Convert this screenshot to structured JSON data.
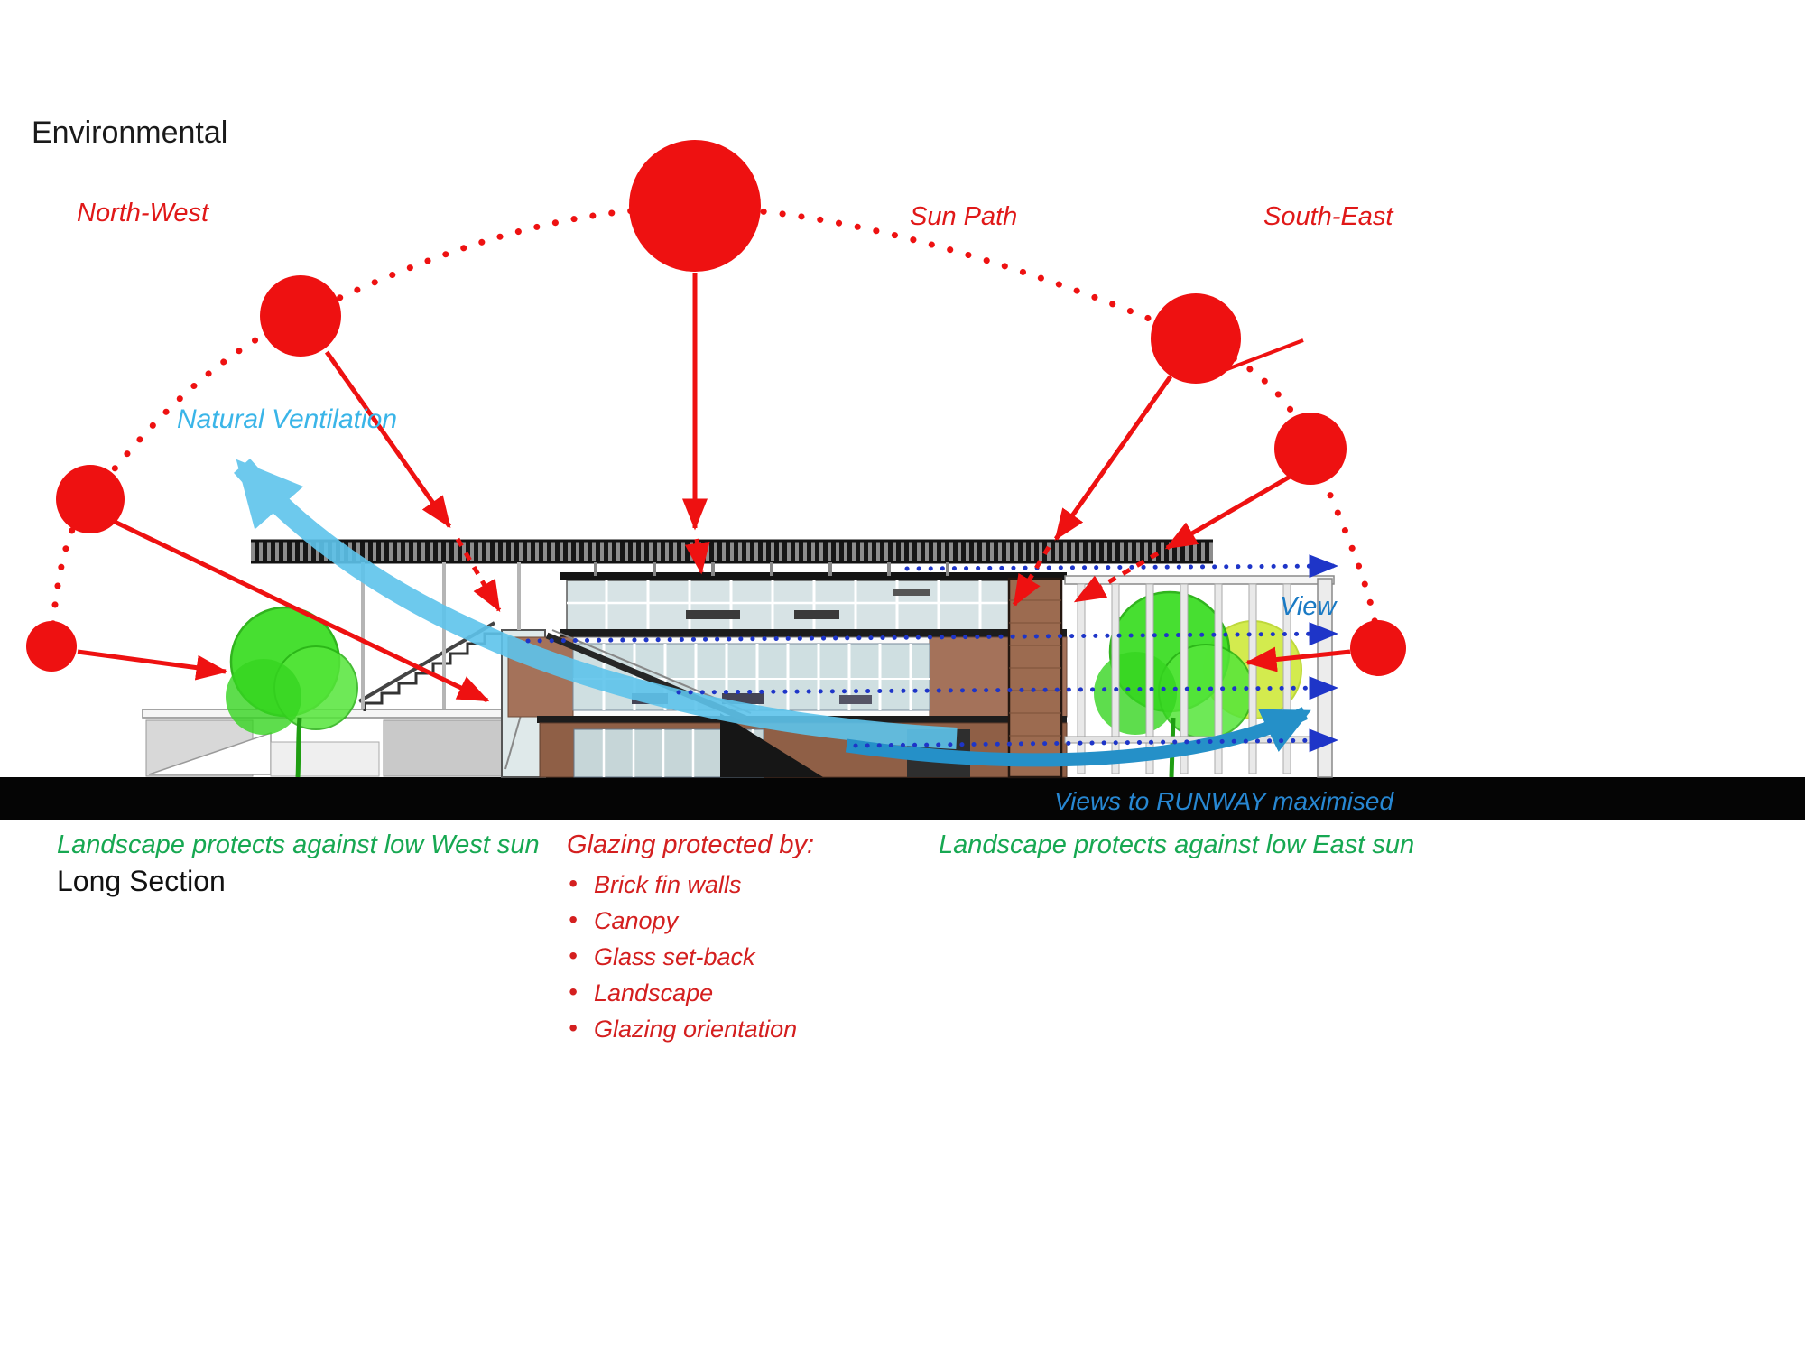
{
  "title": "Environmental",
  "labels": {
    "north_west": "North-West",
    "sun_path": "Sun Path",
    "south_east": "South-East",
    "natural_ventilation": "Natural Ventilation",
    "view": "View",
    "views_runway": "Views to RUNWAY maximised",
    "landscape_west": "Landscape protects against low West sun",
    "landscape_east": "Landscape protects against low East sun",
    "long_section": "Long Section"
  },
  "glazing": {
    "heading": "Glazing protected by:",
    "items": [
      "Brick fin walls",
      "Canopy",
      "Glass set-back",
      "Landscape",
      "Glazing orientation"
    ]
  },
  "colors": {
    "sun_red": "#ee1111",
    "text_red": "#d41f1f",
    "view_blue": "#1e35c8",
    "ventilation_blue": "#5ec4ec",
    "runway_arrow_teal": "#2590c8",
    "green_text": "#17a852",
    "tree_green": "#3ede27",
    "brick": "#a4725a",
    "ground_black": "#050505"
  }
}
